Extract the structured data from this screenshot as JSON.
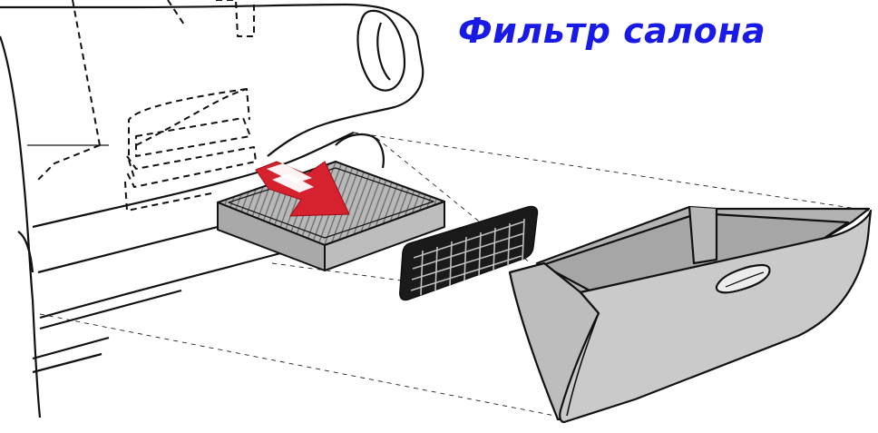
{
  "title": {
    "text": "Фильтр салона",
    "color": "#1a1ae6"
  },
  "colors": {
    "outline": "#111111",
    "part_fill": "#c6c6c6",
    "part_fill_dark": "#9c9c9c",
    "arrow_red": "#d6212f",
    "background": "#ffffff"
  },
  "parts": [
    {
      "name": "dashboard-panel"
    },
    {
      "name": "cabin-filter"
    },
    {
      "name": "filter-cover-grille"
    },
    {
      "name": "glove-box"
    }
  ]
}
